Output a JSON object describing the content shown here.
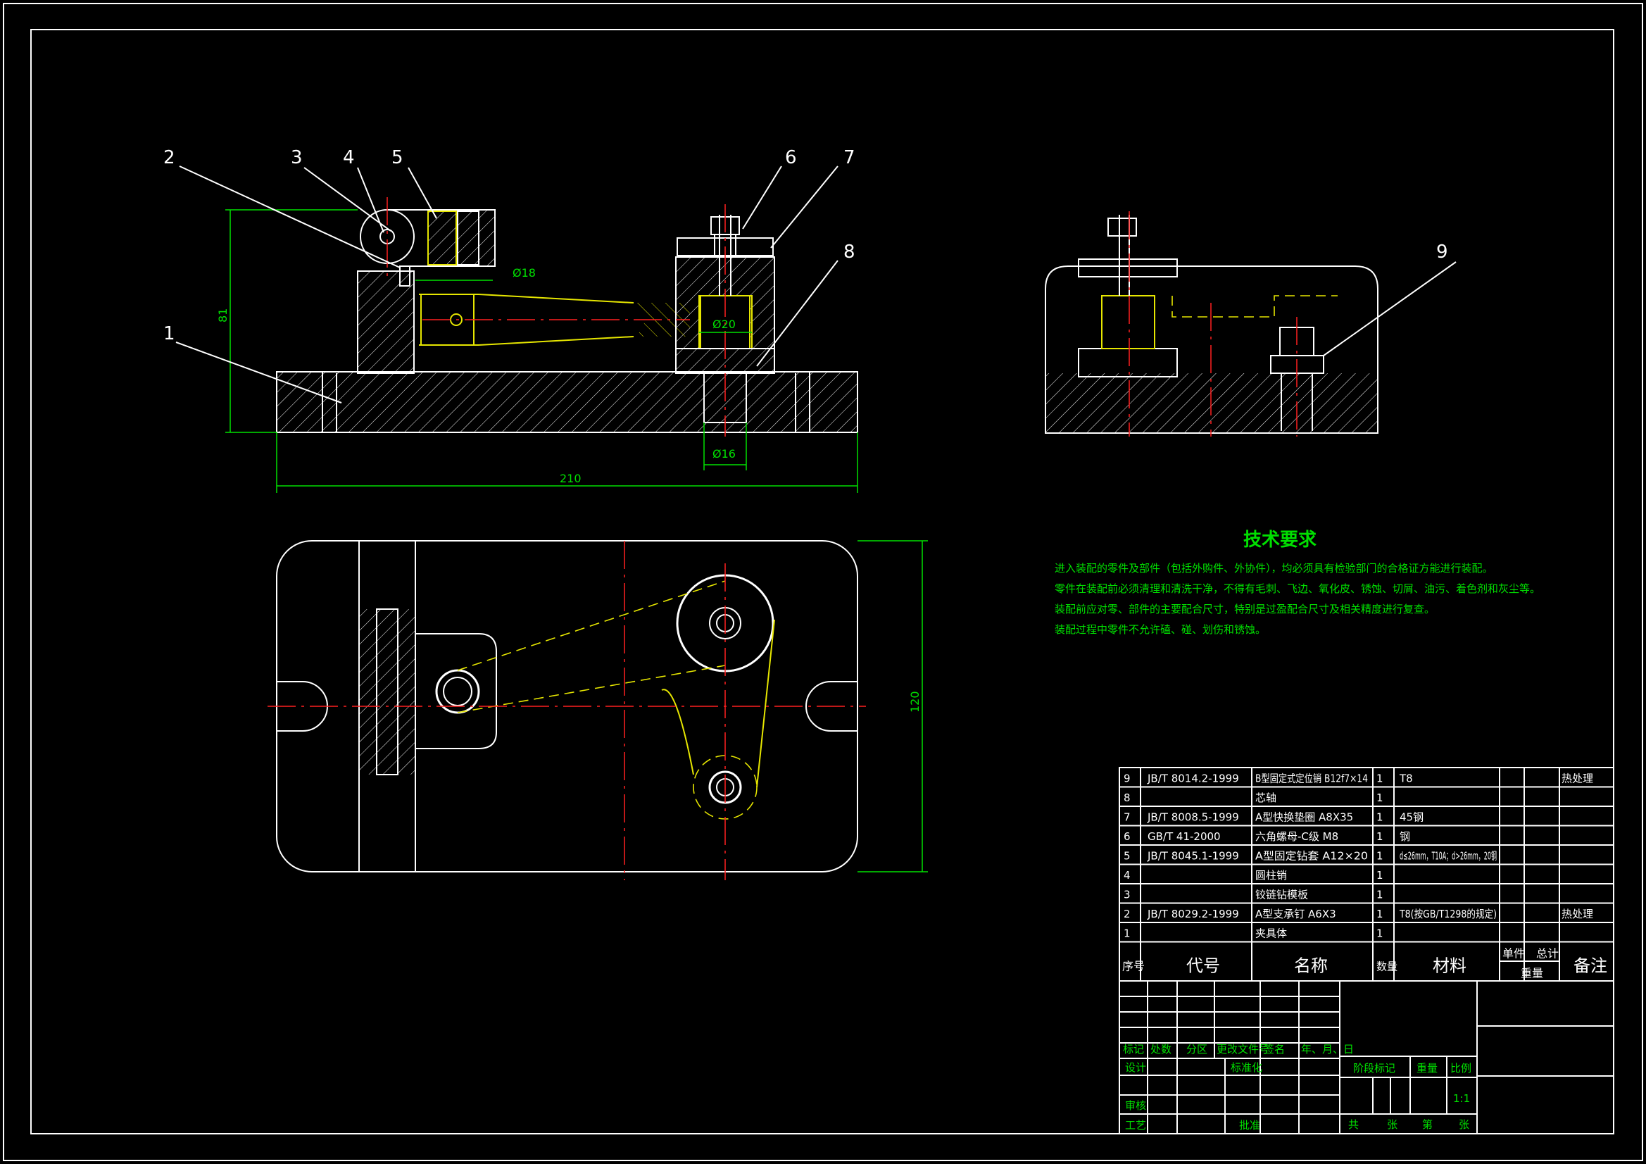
{
  "callouts": [
    "1",
    "2",
    "3",
    "4",
    "5",
    "6",
    "7",
    "8",
    "9"
  ],
  "dimensions": {
    "height_81": "81",
    "width_210": "210",
    "height_120": "120",
    "d18": "Ø18",
    "d20": "Ø20",
    "d16": "Ø16"
  },
  "requirements": {
    "title": "技术要求",
    "lines": [
      "进入装配的零件及部件（包括外购件、外协件），均必须具有检验部门的合格证方能进行装配。",
      "零件在装配前必须清理和清洗干净，不得有毛刺、飞边、氧化皮、锈蚀、切屑、油污、着色剂和灰尘等。",
      "装配前应对零、部件的主要配合尺寸，特别是过盈配合尺寸及相关精度进行复查。",
      "装配过程中零件不允许磕、碰、划伤和锈蚀。"
    ]
  },
  "bom": {
    "rows": [
      {
        "no": "9",
        "code": "JB/T 8014.2-1999",
        "name": "B型固定式定位销 B12f7×14",
        "qty": "1",
        "material": "T8",
        "note": "热处理"
      },
      {
        "no": "8",
        "code": "",
        "name": "芯轴",
        "qty": "1",
        "material": "",
        "note": ""
      },
      {
        "no": "7",
        "code": "JB/T 8008.5-1999",
        "name": "A型快换垫圈 A8X35",
        "qty": "1",
        "material": "45钢",
        "note": ""
      },
      {
        "no": "6",
        "code": "GB/T 41-2000",
        "name": "六角螺母-C级 M8",
        "qty": "1",
        "material": "钢",
        "note": ""
      },
      {
        "no": "5",
        "code": "JB/T 8045.1-1999",
        "name": "A型固定钻套 A12×20",
        "qty": "1",
        "material": "d≤26mm，T10A；d>26mm，20钢",
        "note": ""
      },
      {
        "no": "4",
        "code": "",
        "name": "圆柱销",
        "qty": "1",
        "material": "",
        "note": ""
      },
      {
        "no": "3",
        "code": "",
        "name": "铰链钻模板",
        "qty": "1",
        "material": "",
        "note": ""
      },
      {
        "no": "2",
        "code": "JB/T 8029.2-1999",
        "name": "A型支承钉 A6X3",
        "qty": "1",
        "material": "T8(按GB/T1298的规定)",
        "note": "热处理"
      },
      {
        "no": "1",
        "code": "",
        "name": "夹具体",
        "qty": "1",
        "material": "",
        "note": ""
      }
    ],
    "header": {
      "no": "序号",
      "code": "代号",
      "name": "名称",
      "qty": "数量",
      "material": "材料",
      "single": "单件",
      "total": "总计",
      "weight": "重量",
      "note": "备注"
    }
  },
  "title_block": {
    "row_labels": [
      "标记",
      "处数",
      "分区",
      "更改文件号",
      "签名",
      "年、月、日"
    ],
    "design": "设计",
    "standardize": "标准化",
    "review": "审核",
    "process": "工艺",
    "approve": "批准",
    "stage": "阶段标记",
    "weight": "重量",
    "scale": "比例",
    "scale_value": "1:1",
    "total_sheets": "共",
    "sheets": "张",
    "sheet_no": "第",
    "sheet_no_suffix": "张"
  }
}
